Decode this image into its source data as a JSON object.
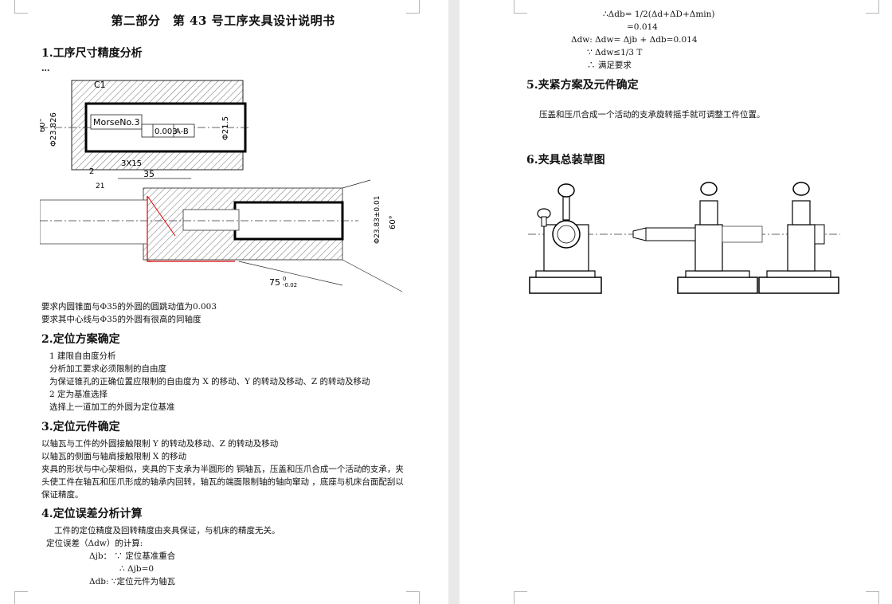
{
  "left": {
    "title": "第二部分　第 43 号工序夹具设计说明书",
    "s1": {
      "heading": "1.工序尺寸精度分析",
      "ellipsis": "…",
      "fig_labels": {
        "c1": "C1",
        "morse": "MorseNo.3",
        "tol_box": "0.003",
        "datum": "A-B",
        "d23826": "Φ23.826",
        "d215": "Φ21.5",
        "angle60": "60°",
        "d3x15": "3X15",
        "d2": "2",
        "d35": "35",
        "d21": "21",
        "d75": "75",
        "d75tol_up": "0",
        "d75tol_low": "-0.02",
        "d2383": "Φ23.83±0.01",
        "angle60b": "60°"
      },
      "lines": [
        "要求内圆锥面与Φ35的外圆的圆跳动值为0.003",
        "要求其中心线与Φ35的外圆有很高的同轴度"
      ]
    },
    "s2": {
      "heading": "2.定位方案确定",
      "lines": [
        "1  建限自由度分析",
        "分析加工要求必须限制的自由度",
        "为保证锥孔的正确位置应限制的自由度为 X 的移动、Y 的转动及移动、Z 的转动及移动",
        "2  定为基准选择",
        "选择上一道加工的外圆为定位基准"
      ]
    },
    "s3": {
      "heading": "3.定位元件确定",
      "lines": [
        "以轴瓦与工件的外圆接触限制 Y 的转动及移动、Z 的转动及移动",
        "以轴瓦的侧面与轴肩接触限制 X 的移动"
      ],
      "para": "夹具的形状与中心架相似，夹具的下支承为半圆形的 铜轴瓦，压盖和压爪合成一个活动的支承，夹头使工件在轴瓦和压爪形成的轴承内回转，轴瓦的端面限制轴的轴向窜动 ，底座与机床台面配刮以保证精度。"
    },
    "s4": {
      "heading": "4.定位误差分析计算",
      "lines": [
        "工件的定位精度及回转精度由夹具保证，与机床的精度无关。",
        "定位误差（Δdw）的计算:",
        "Δjb：  ∵ 定位基准重合",
        "∴  Δjb=0",
        "Δdb:   ∵定位元件为轴瓦"
      ]
    }
  },
  "right": {
    "calc": [
      "∴Δdb= 1/2(Δd+ΔD+Δmin)",
      "=0.014",
      "Δdw:  Δdw= Δjb + Δdb=0.014",
      "∵  Δdw≤1/3 T",
      "∴    满足要求"
    ],
    "s5": {
      "heading": "5.夹紧方案及元件确定",
      "line": "压盖和压爪合成一个活动的支承旋转摇手就可调整工件位置。"
    },
    "s6": {
      "heading": "6.夹具总装草图"
    }
  }
}
